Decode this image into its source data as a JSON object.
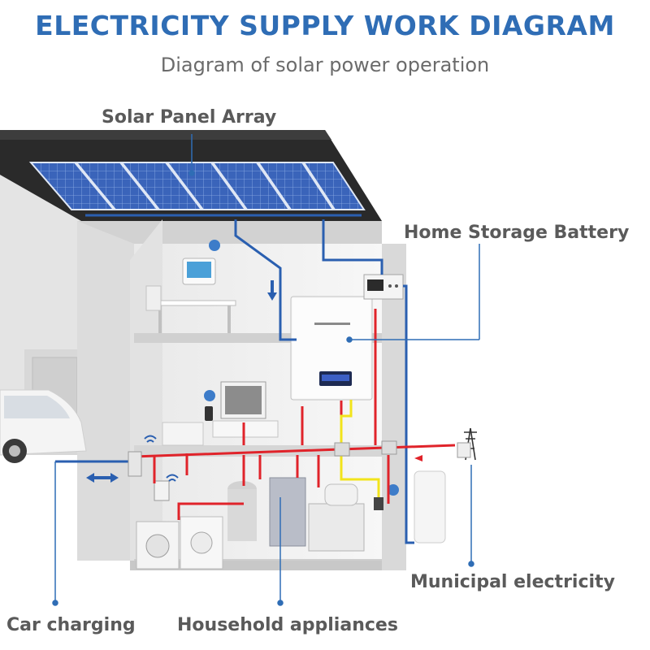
{
  "title": "ELECTRICITY SUPPLY WORK DIAGRAM",
  "subtitle": "Diagram of solar power operation",
  "labels": {
    "solar_panel": "Solar Panel Array",
    "battery": "Home Storage Battery",
    "municipal": "Municipal electricity",
    "car": "Car charging",
    "appliances": "Household appliances"
  },
  "colors": {
    "title": "#2f6db5",
    "text": "#5a5a5a",
    "solar_line": "#2a5fb0",
    "ac_line": "#e0232a",
    "dc_line": "#f2e41c",
    "panel": "#3b63b8",
    "roof": "#2b2b2b"
  }
}
